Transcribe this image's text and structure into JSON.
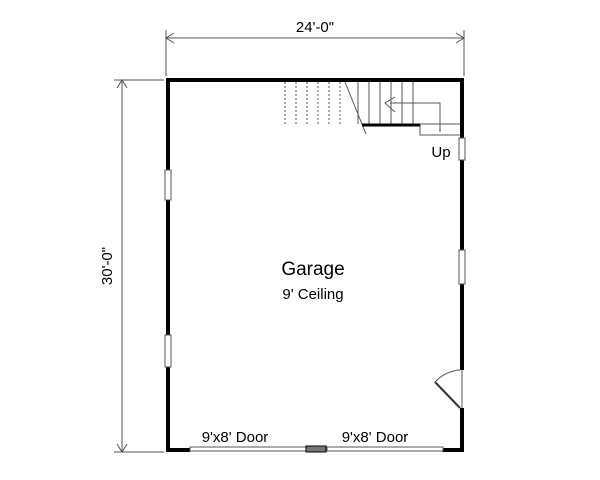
{
  "dimensions": {
    "width": "24'-0\"",
    "depth": "30'-0\""
  },
  "room": {
    "name": "Garage",
    "ceiling": "9' Ceiling"
  },
  "stairs": {
    "label": "Up"
  },
  "doors": [
    {
      "label": "9'x8' Door"
    },
    {
      "label": "9'x8' Door"
    }
  ],
  "colors": {
    "wall": "#000000",
    "line": "#555555",
    "background": "#ffffff"
  }
}
